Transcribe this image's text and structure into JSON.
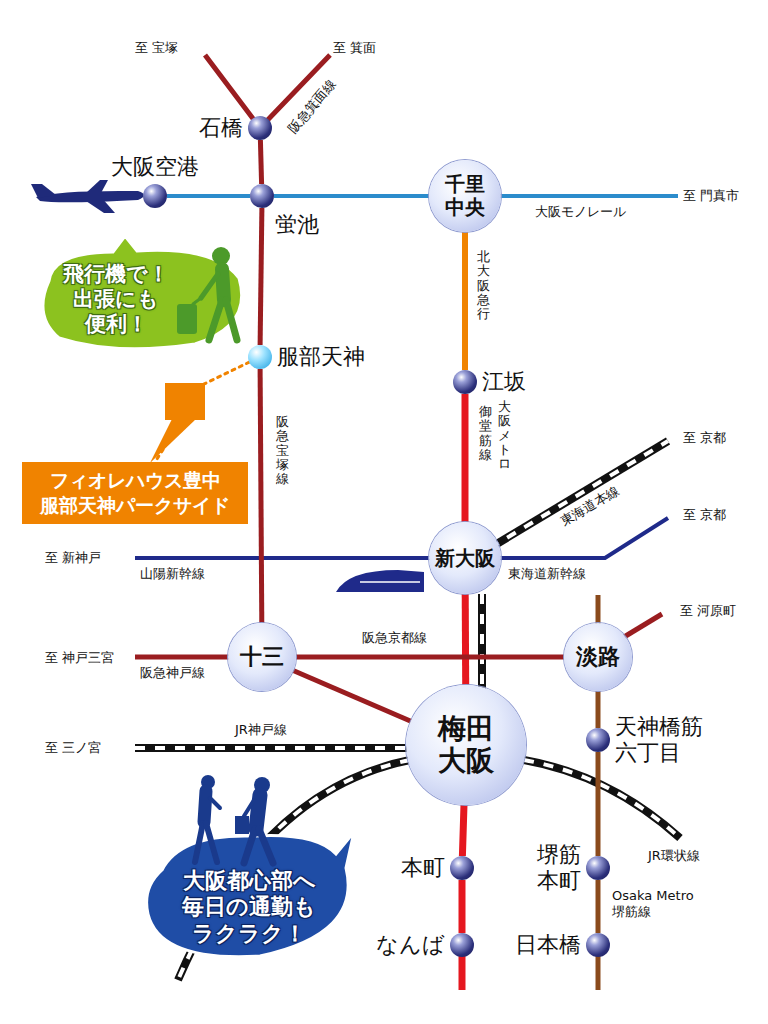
{
  "diagram": {
    "nodes": [
      {
        "text": [
          "石橋"
        ]
      },
      {
        "text": [
          "大阪空港"
        ]
      },
      {
        "text": [
          "千里 中央"
        ]
      },
      {
        "text": [
          "蛍池"
        ]
      },
      {
        "text": [
          "飛行機で！ 出張にも 便利！"
        ]
      },
      {
        "text": [
          "服部天神"
        ]
      },
      {
        "text": [
          "江坂"
        ]
      },
      {
        "text": [
          "フィオレハウス豊中 服部天神パークサイド"
        ]
      },
      {
        "text": [
          "新大阪"
        ]
      },
      {
        "text": [
          "十三"
        ]
      },
      {
        "text": [
          "淡路"
        ]
      },
      {
        "text": [
          "梅田 大阪"
        ]
      },
      {
        "text": [
          "天神橋筋 六丁目"
        ]
      },
      {
        "text": [
          "本町"
        ]
      },
      {
        "text": [
          "堺筋 本町"
        ]
      },
      {
        "text": [
          "なんば"
        ]
      },
      {
        "text": [
          "日本橋"
        ]
      },
      {
        "text": [
          "大阪都心部へ 毎日の通勤も ラクラク！"
        ]
      }
    ],
    "edges": [
      {
        "from": 0,
        "to": 3,
        "arrow": "none"
      },
      {
        "from": 1,
        "to": 3,
        "arrow": "none"
      },
      {
        "from": 3,
        "to": 2,
        "arrow": "none"
      },
      {
        "from": 3,
        "to": 5,
        "arrow": "none"
      },
      {
        "from": 5,
        "to": 9,
        "arrow": "none"
      },
      {
        "from": 2,
        "to": 6,
        "arrow": "none"
      },
      {
        "from": 6,
        "to": 8,
        "arrow": "none"
      },
      {
        "from": 8,
        "to": 11,
        "arrow": "none"
      },
      {
        "from": 9,
        "to": 11,
        "arrow": "none"
      },
      {
        "from": 9,
        "to": 10,
        "arrow": "none"
      },
      {
        "from": 11,
        "to": 13,
        "arrow": "none"
      },
      {
        "from": 13,
        "to": 15,
        "arrow": "none"
      },
      {
        "from": 10,
        "to": 12,
        "arrow": "none"
      },
      {
        "from": 12,
        "to": 14,
        "arrow": "none"
      },
      {
        "from": 14,
        "to": 16,
        "arrow": "none"
      },
      {
        "from": 5,
        "to": 7,
        "arrow": "none"
      }
    ],
    "labels": [
      "至 宝塚",
      "至 箕面",
      "阪急箕面線",
      "至 門真市",
      "大阪モノレール",
      "北大阪急行",
      "阪急宝塚線",
      "御堂筋線",
      "大阪メトロ",
      "至 京都",
      "東海道本線",
      "至 京都",
      "至 新神戸",
      "山陽新幹線",
      "東海道新幹線",
      "至 河原町",
      "至 神戸三宮",
      "阪急神戸線",
      "阪急京都線",
      "JR神戸線",
      "至 三ノ宮",
      "JR環状線",
      "Osaka Metro 堺筋線"
    ]
  }
}
